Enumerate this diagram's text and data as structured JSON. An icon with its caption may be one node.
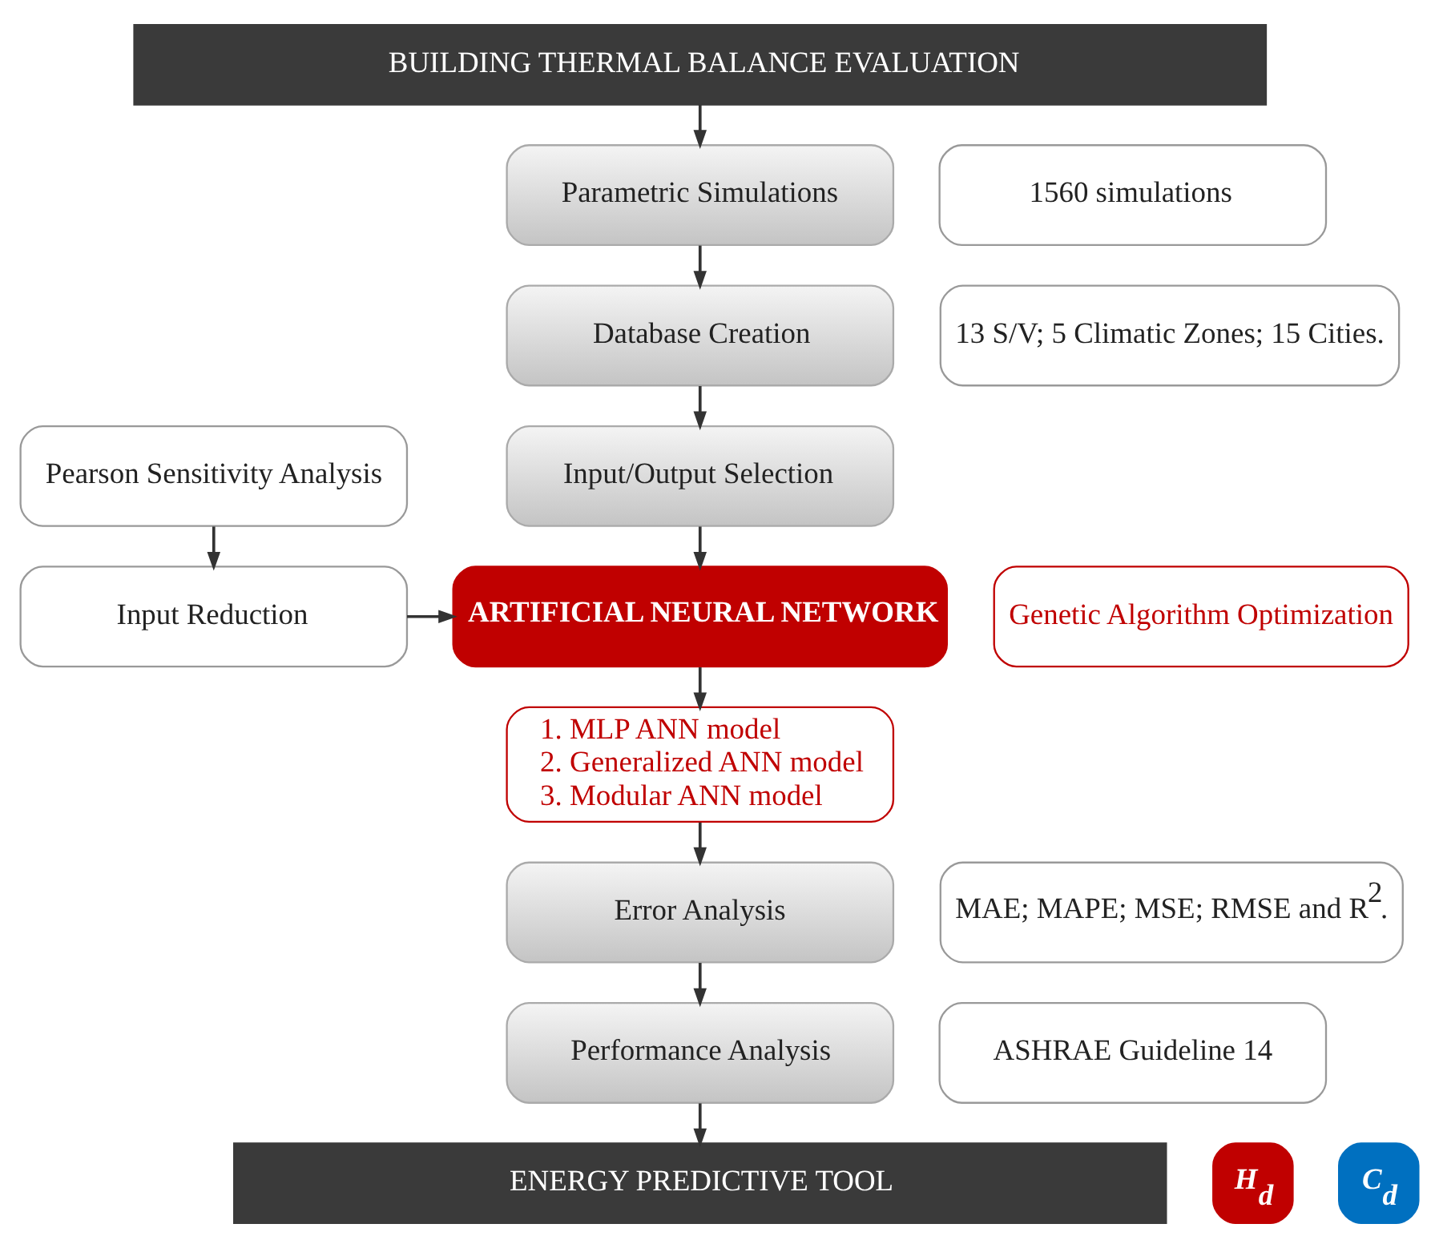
{
  "diagram": {
    "nodes": [
      {
        "text": [
          "BUILDING THERMAL BALANCE EVALUATION"
        ]
      },
      {
        "text": [
          "Parametric Simulations"
        ]
      },
      {
        "text": [
          "1560 simulations"
        ]
      },
      {
        "text": [
          "Database Creation"
        ]
      },
      {
        "text": [
          "13 S/V; 5 Climatic Zones; 15 Cities."
        ]
      },
      {
        "text": [
          "Pearson Sensitivity Analysis"
        ]
      },
      {
        "text": [
          "Input/Output Selection"
        ]
      },
      {
        "text": [
          "Input Reduction"
        ]
      },
      {
        "text": [
          "ARTIFICIAL NEURAL NETWORK"
        ]
      },
      {
        "text": [
          "Genetic Algorithm Optimization"
        ]
      },
      {
        "text": [
          "1. MLP ANN model",
          "2. Generalized ANN model",
          "3. Modular ANN model"
        ]
      },
      {
        "text": [
          "MAE; MAPE; MSE; RMSE and R$^{2}$."
        ]
      },
      {
        "text": [
          "Error Analysis"
        ]
      },
      {
        "text": [
          "ASHRAE Guideline 14"
        ]
      },
      {
        "text": [
          "Performance Analysis"
        ]
      },
      {
        "text": [
          "H$_{d}$"
        ]
      },
      {
        "text": [
          "ENERGY PREDICTIVE TOOL"
        ]
      },
      {
        "text": [
          "C$_{d}$"
        ]
      }
    ],
    "edges": [
      {
        "from": 0,
        "to": 1,
        "arrow": "to"
      },
      {
        "from": 1,
        "to": 3,
        "arrow": "to"
      },
      {
        "from": 3,
        "to": 6,
        "arrow": "to"
      },
      {
        "from": 6,
        "to": 8,
        "arrow": "to"
      },
      {
        "from": 5,
        "to": 7,
        "arrow": "to"
      },
      {
        "from": 7,
        "to": 8,
        "arrow": "to"
      },
      {
        "from": 8,
        "to": 10,
        "arrow": "to"
      },
      {
        "from": 10,
        "to": 12,
        "arrow": "to"
      },
      {
        "from": 12,
        "to": 14,
        "arrow": "to"
      },
      {
        "from": 14,
        "to": 16,
        "arrow": "to"
      }
    ]
  }
}
